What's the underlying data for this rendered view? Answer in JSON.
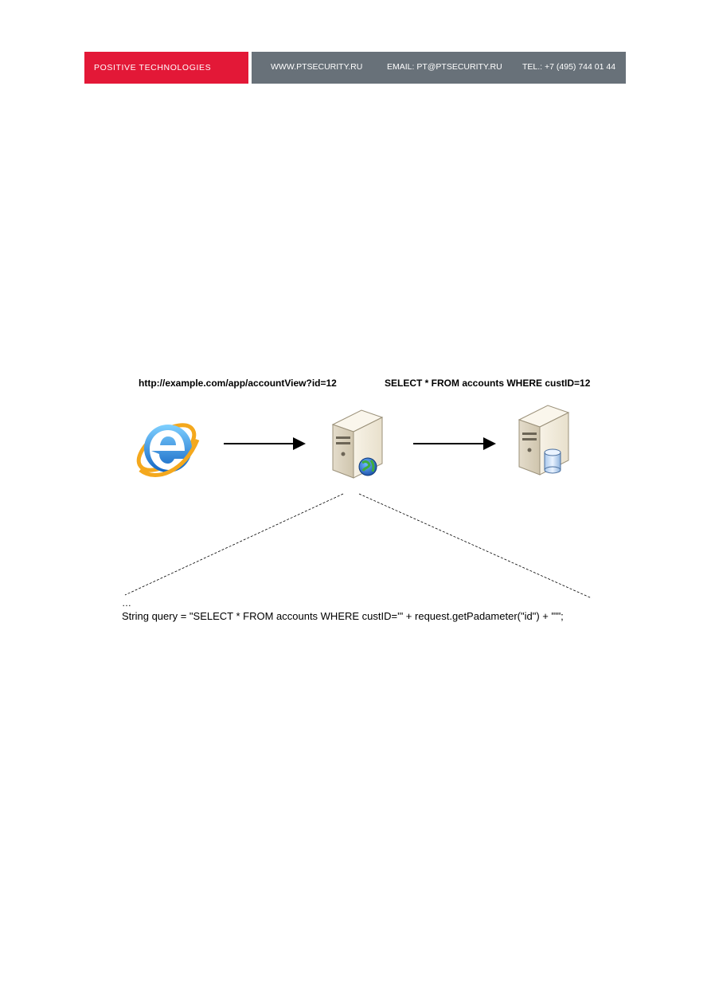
{
  "header": {
    "brand": "POSITIVE TECHNOLOGIES",
    "website": "WWW.PTSECURITY.RU",
    "email": "EMAIL: PT@PTSECURITY.RU",
    "phone": "TEL.: +7 (495) 744 01 44",
    "brand_color": "#e31837",
    "bar_color": "#687179"
  },
  "diagram": {
    "request_label": "http://example.com/app/accountView?id=12",
    "query_label": "SELECT * FROM accounts WHERE custID=12",
    "nodes": [
      {
        "icon": "browser-icon"
      },
      {
        "icon": "web-server-icon"
      },
      {
        "icon": "database-server-icon"
      }
    ]
  },
  "code": {
    "ellipsis": "…",
    "line": "String query = \"SELECT * FROM accounts WHERE custID='\" + request.getPadameter(\"id\") + \"'\";"
  }
}
